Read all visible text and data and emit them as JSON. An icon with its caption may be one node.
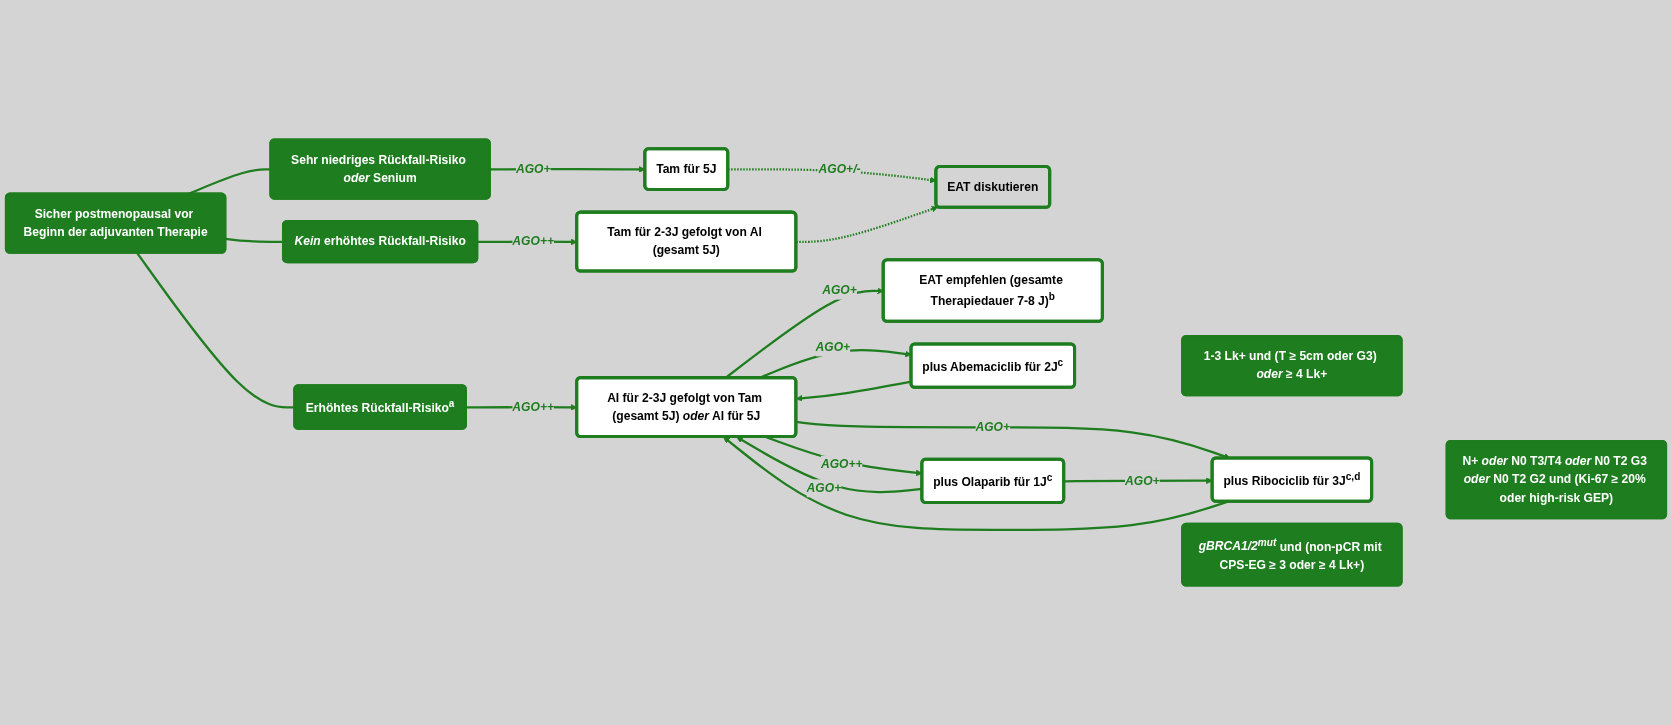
{
  "diagram": {
    "nodes": [
      {
        "text": [
          "Sicher postmenopausal vor Beginn der adjuvanten Therapie"
        ]
      },
      {
        "text": [
          "Sehr niedriges Rückfall-Risiko *oder* Senium"
        ]
      },
      {
        "text": [
          "*Kein* erhöhtes Rückfall-Risiko"
        ]
      },
      {
        "text": [
          "Erhöhtes Rückfall-Risiko$^{a}$"
        ]
      },
      {
        "text": [
          "Tam für 5J"
        ]
      },
      {
        "text": [
          "Tam für 2-3J gefolgt von AI (gesamt 5J)"
        ]
      },
      {
        "text": [
          "AI für 2-3J gefolgt von Tam (gesamt 5J) *oder* AI für 5J"
        ]
      },
      {
        "text": [
          "EAT diskutieren"
        ]
      },
      {
        "text": [
          "EAT empfehlen (gesamte Therapiedauer 7-8 J)$^{b}$"
        ]
      },
      {
        "text": [
          "1-3 Lk+ und (T ≥ 5cm oder G3) *oder* ≥ 4 Lk+"
        ]
      },
      {
        "text": [
          "plus Abemaciclib für 2J$^{c}$"
        ]
      },
      {
        "text": [
          "N+ *oder* N0 T3/T4 *oder* N0 T2 G3 *oder* N0 T2 G2 und (Ki-67 ≥ 20% oder high-risk GEP)"
        ]
      },
      {
        "text": [
          "plus Ribociclib für 3J$^{c,d}$"
        ]
      },
      {
        "text": [
          "*gBRCA1/2$^{mut}$* und (non-pCR mit CPS-EG ≥ 3 oder ≥ 4 Lk+)"
        ]
      },
      {
        "text": [
          "plus Olaparib für 1J$^{c}$"
        ]
      }
    ],
    "edges": [
      {
        "from": 0,
        "to": 1,
        "arrow": "none"
      },
      {
        "from": 0,
        "to": 2,
        "arrow": "none"
      },
      {
        "from": 0,
        "to": 3,
        "arrow": "none"
      },
      {
        "from": 1,
        "to": 4,
        "arrow": "to",
        "label": "AGO+"
      },
      {
        "from": 2,
        "to": 5,
        "arrow": "to",
        "label": "AGO++"
      },
      {
        "from": 3,
        "to": 6,
        "arrow": "to",
        "label": "AGO++"
      },
      {
        "from": 4,
        "to": 7,
        "arrow": "to",
        "style": "dashed",
        "label": "AGO+/-"
      },
      {
        "from": 5,
        "to": 7,
        "arrow": "to",
        "style": "dashed"
      },
      {
        "from": 6,
        "to": 8,
        "arrow": "to",
        "label": "AGO+"
      },
      {
        "from": 6,
        "to": 10,
        "arrow": "to",
        "label": "AGO+"
      },
      {
        "from": 6,
        "to": 12,
        "arrow": "to",
        "label": "AGO+"
      },
      {
        "from": 6,
        "to": 14,
        "arrow": "to",
        "label": "AGO++"
      },
      {
        "from": 10,
        "to": 6,
        "arrow": "to"
      },
      {
        "from": 12,
        "to": 6,
        "arrow": "to"
      },
      {
        "from": 14,
        "to": 12,
        "arrow": "to",
        "label": "AGO+"
      },
      {
        "from": 14,
        "to": 6,
        "arrow": "to",
        "label": "AGO+"
      }
    ]
  }
}
